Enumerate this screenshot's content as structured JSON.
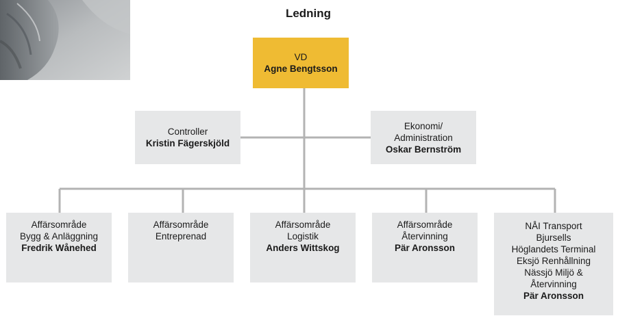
{
  "heading": "Ledning",
  "colors": {
    "ceo_box": "#efbb33",
    "box": "#e6e7e8",
    "connector": "#b3b3b3"
  },
  "ceo": {
    "role": "VD",
    "name": "Agne Bengtsson"
  },
  "staff": {
    "controller": {
      "role": "Controller",
      "name": "Kristin Fägerskjöld"
    },
    "finance": {
      "role_line1": "Ekonomi/",
      "role_line2": "Administration",
      "name": "Oskar Bernström"
    }
  },
  "units": {
    "u1": {
      "line1": "Affärsområde",
      "line2": "Bygg & Anläggning",
      "name": "Fredrik Wånehed"
    },
    "u2": {
      "line1": "Affärsområde",
      "line2": "Entreprenad"
    },
    "u3": {
      "line1": "Affärsområde",
      "line2": "Logistik",
      "name": "Anders Wittskog"
    },
    "u4": {
      "line1": "Affärsområde",
      "line2": "Återvinning",
      "name": "Pär Aronsson"
    },
    "u5": {
      "line1": "NÅI Transport",
      "line2": "Bjursells",
      "line3": "Höglandets Terminal",
      "line4": "Eksjö Renhållning",
      "line5": "Nässjö Miljö &",
      "line6": "Återvinning",
      "name": "Pär Aronsson"
    }
  }
}
